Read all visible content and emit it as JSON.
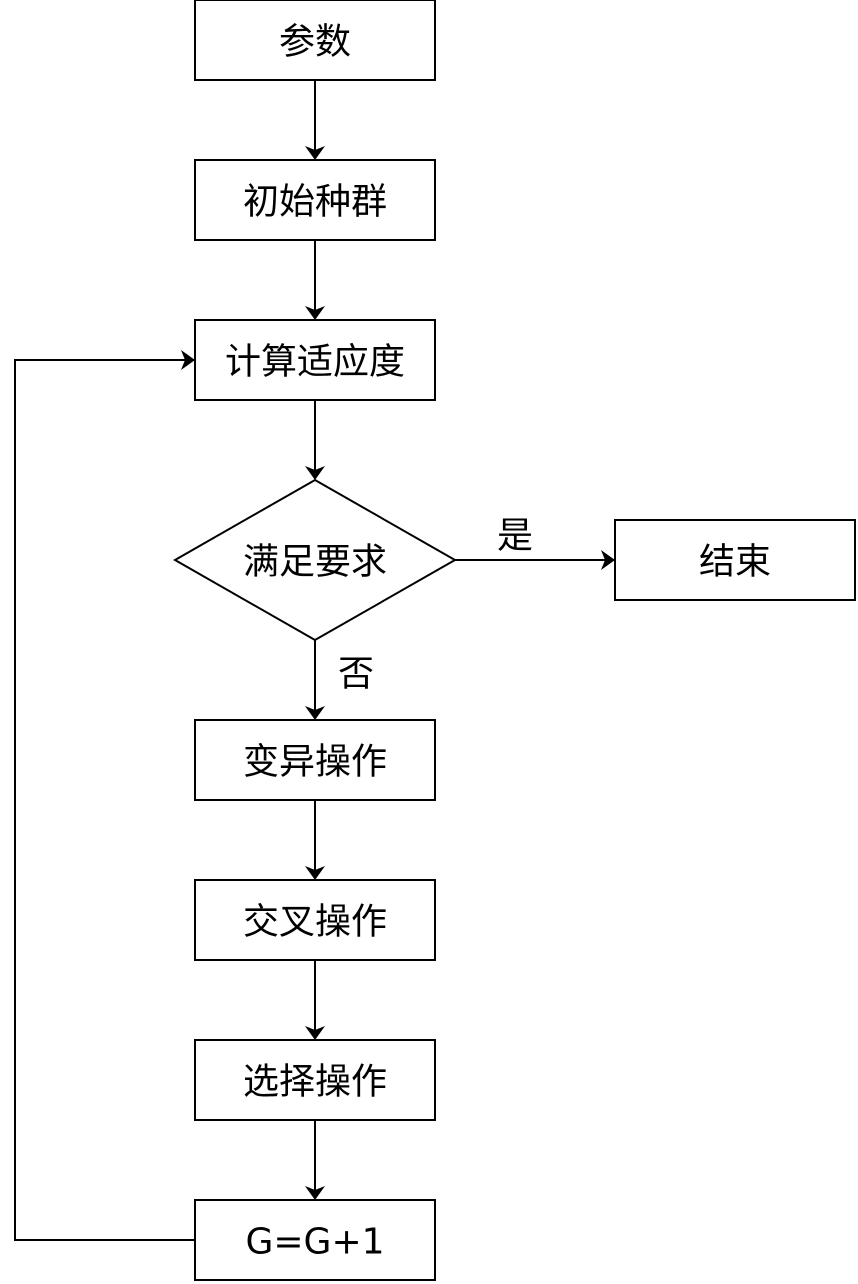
{
  "nodes": {
    "params": "参数",
    "init_population": "初始种群",
    "compute_fitness": "计算适应度",
    "condition": "满足要求",
    "end": "结束",
    "mutation": "变异操作",
    "crossover": "交叉操作",
    "selection": "选择操作",
    "increment": "G=G+1"
  },
  "edge_labels": {
    "yes": "是",
    "no": "否"
  }
}
